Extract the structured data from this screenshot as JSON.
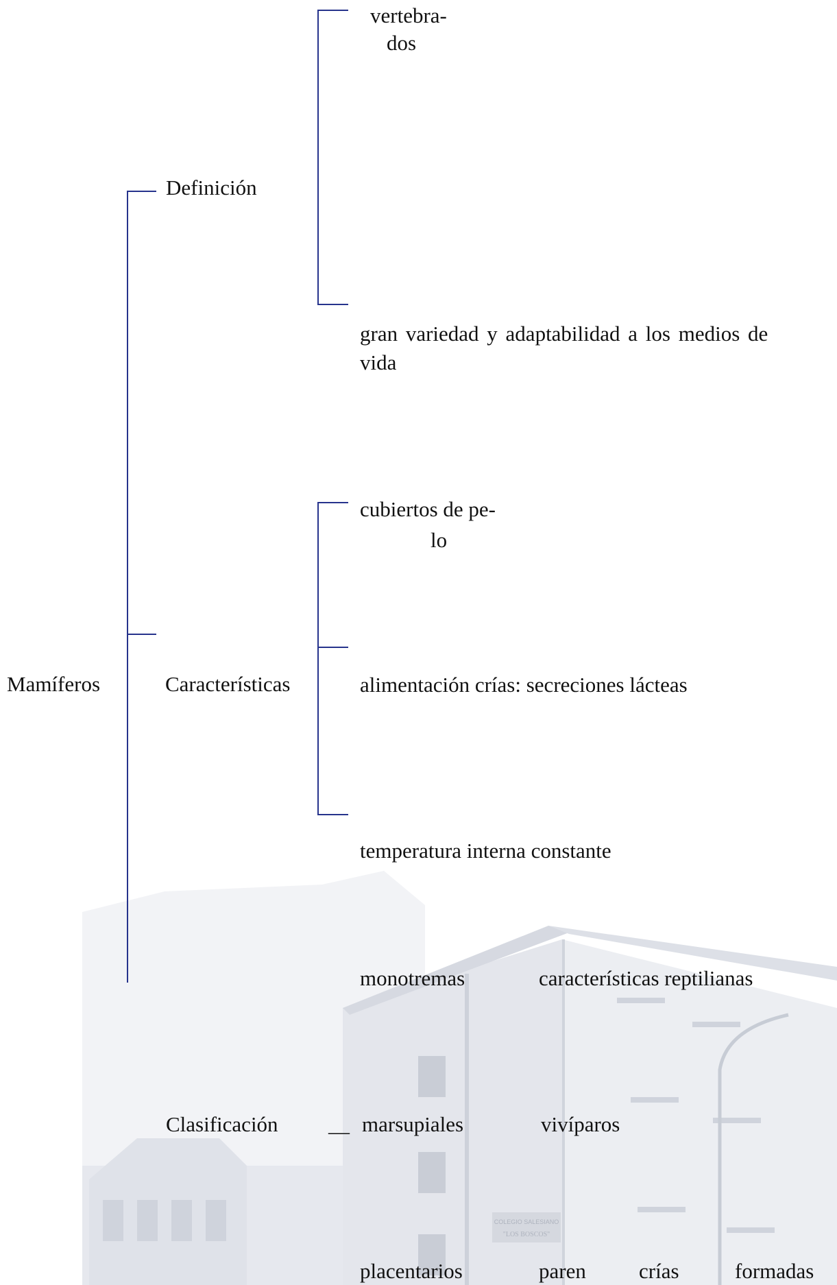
{
  "root": {
    "label": "Mamíferos"
  },
  "branches": {
    "definicion": {
      "label": "Definición",
      "items": [
        "vertebra-",
        "dos",
        "gran variedad y adaptabilidad a los medios de",
        "vida"
      ]
    },
    "caracteristicas": {
      "label": "Características",
      "items": [
        "cubiertos de pe-",
        "lo",
        "alimentación crías: secreciones lácteas",
        "temperatura interna constante"
      ]
    },
    "clasificacion": {
      "label": "Clasificación",
      "prefix": "__",
      "groups": [
        {
          "name": "monotremas",
          "trait": "características reptilianas"
        },
        {
          "name": "marsupiales",
          "trait": "vivíparos"
        },
        {
          "name": "placentarios",
          "trait_words": [
            "paren",
            "crías",
            "formadas"
          ]
        }
      ]
    }
  },
  "background_image": {
    "description": "faded school building photo",
    "sign_lines": [
      "COLEGIO SALESIANO",
      "\"LOS BOSCOS\""
    ]
  },
  "colors": {
    "bracket": "#26338c",
    "text": "#111111"
  }
}
